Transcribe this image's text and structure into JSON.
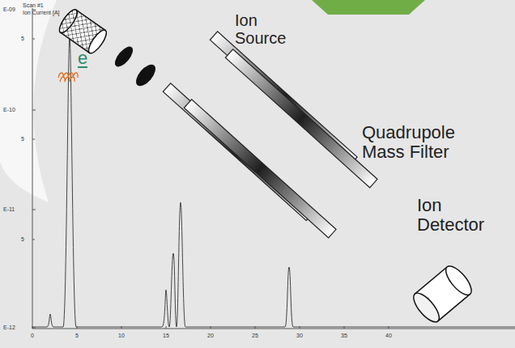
{
  "diagram": {
    "labels": [
      "Scan #1",
      "Ion Current [A]",
      "E-09",
      "5",
      "E-10",
      "5",
      "E-11",
      "5",
      "E-12",
      "0",
      "5",
      "10",
      "15",
      "20",
      "25",
      "30",
      "35",
      "40",
      "e",
      "Ion Source",
      "Quadrupole Mass Filter",
      "Ion Detector"
    ]
  }
}
